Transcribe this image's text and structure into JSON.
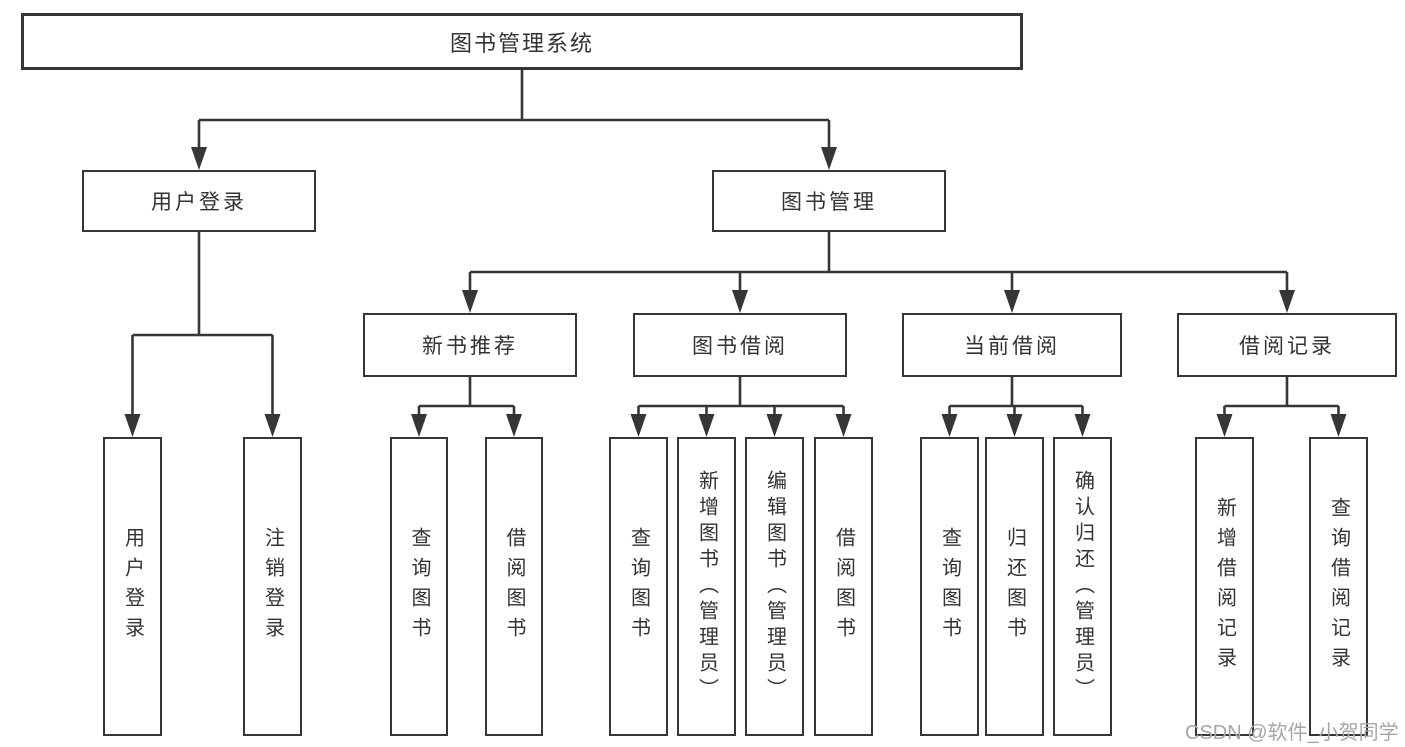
{
  "tree": {
    "root": {
      "label": "图书管理系统"
    },
    "branches": [
      {
        "label": "用户登录",
        "children": [
          {
            "label": "用户登录"
          },
          {
            "label": "注销登录"
          }
        ]
      },
      {
        "label": "图书管理",
        "children": [
          {
            "label": "新书推荐",
            "children": [
              {
                "label": "查询图书"
              },
              {
                "label": "借阅图书"
              }
            ]
          },
          {
            "label": "图书借阅",
            "children": [
              {
                "label": "查询图书"
              },
              {
                "label": "新增图书（管理员）"
              },
              {
                "label": "编辑图书（管理员）"
              },
              {
                "label": "借阅图书"
              }
            ]
          },
          {
            "label": "当前借阅",
            "children": [
              {
                "label": "查询图书"
              },
              {
                "label": "归还图书"
              },
              {
                "label": "确认归还（管理员）"
              }
            ]
          },
          {
            "label": "借阅记录",
            "children": [
              {
                "label": "新增借阅记录"
              },
              {
                "label": "查询借阅记录"
              }
            ]
          }
        ]
      }
    ]
  },
  "watermark": {
    "text": "CSDN @软件_小贺同学"
  },
  "colors": {
    "line": "#363636",
    "box_border": "#363636",
    "text": "#333333",
    "background": "#ffffff",
    "watermark": "#a6a6a6"
  }
}
